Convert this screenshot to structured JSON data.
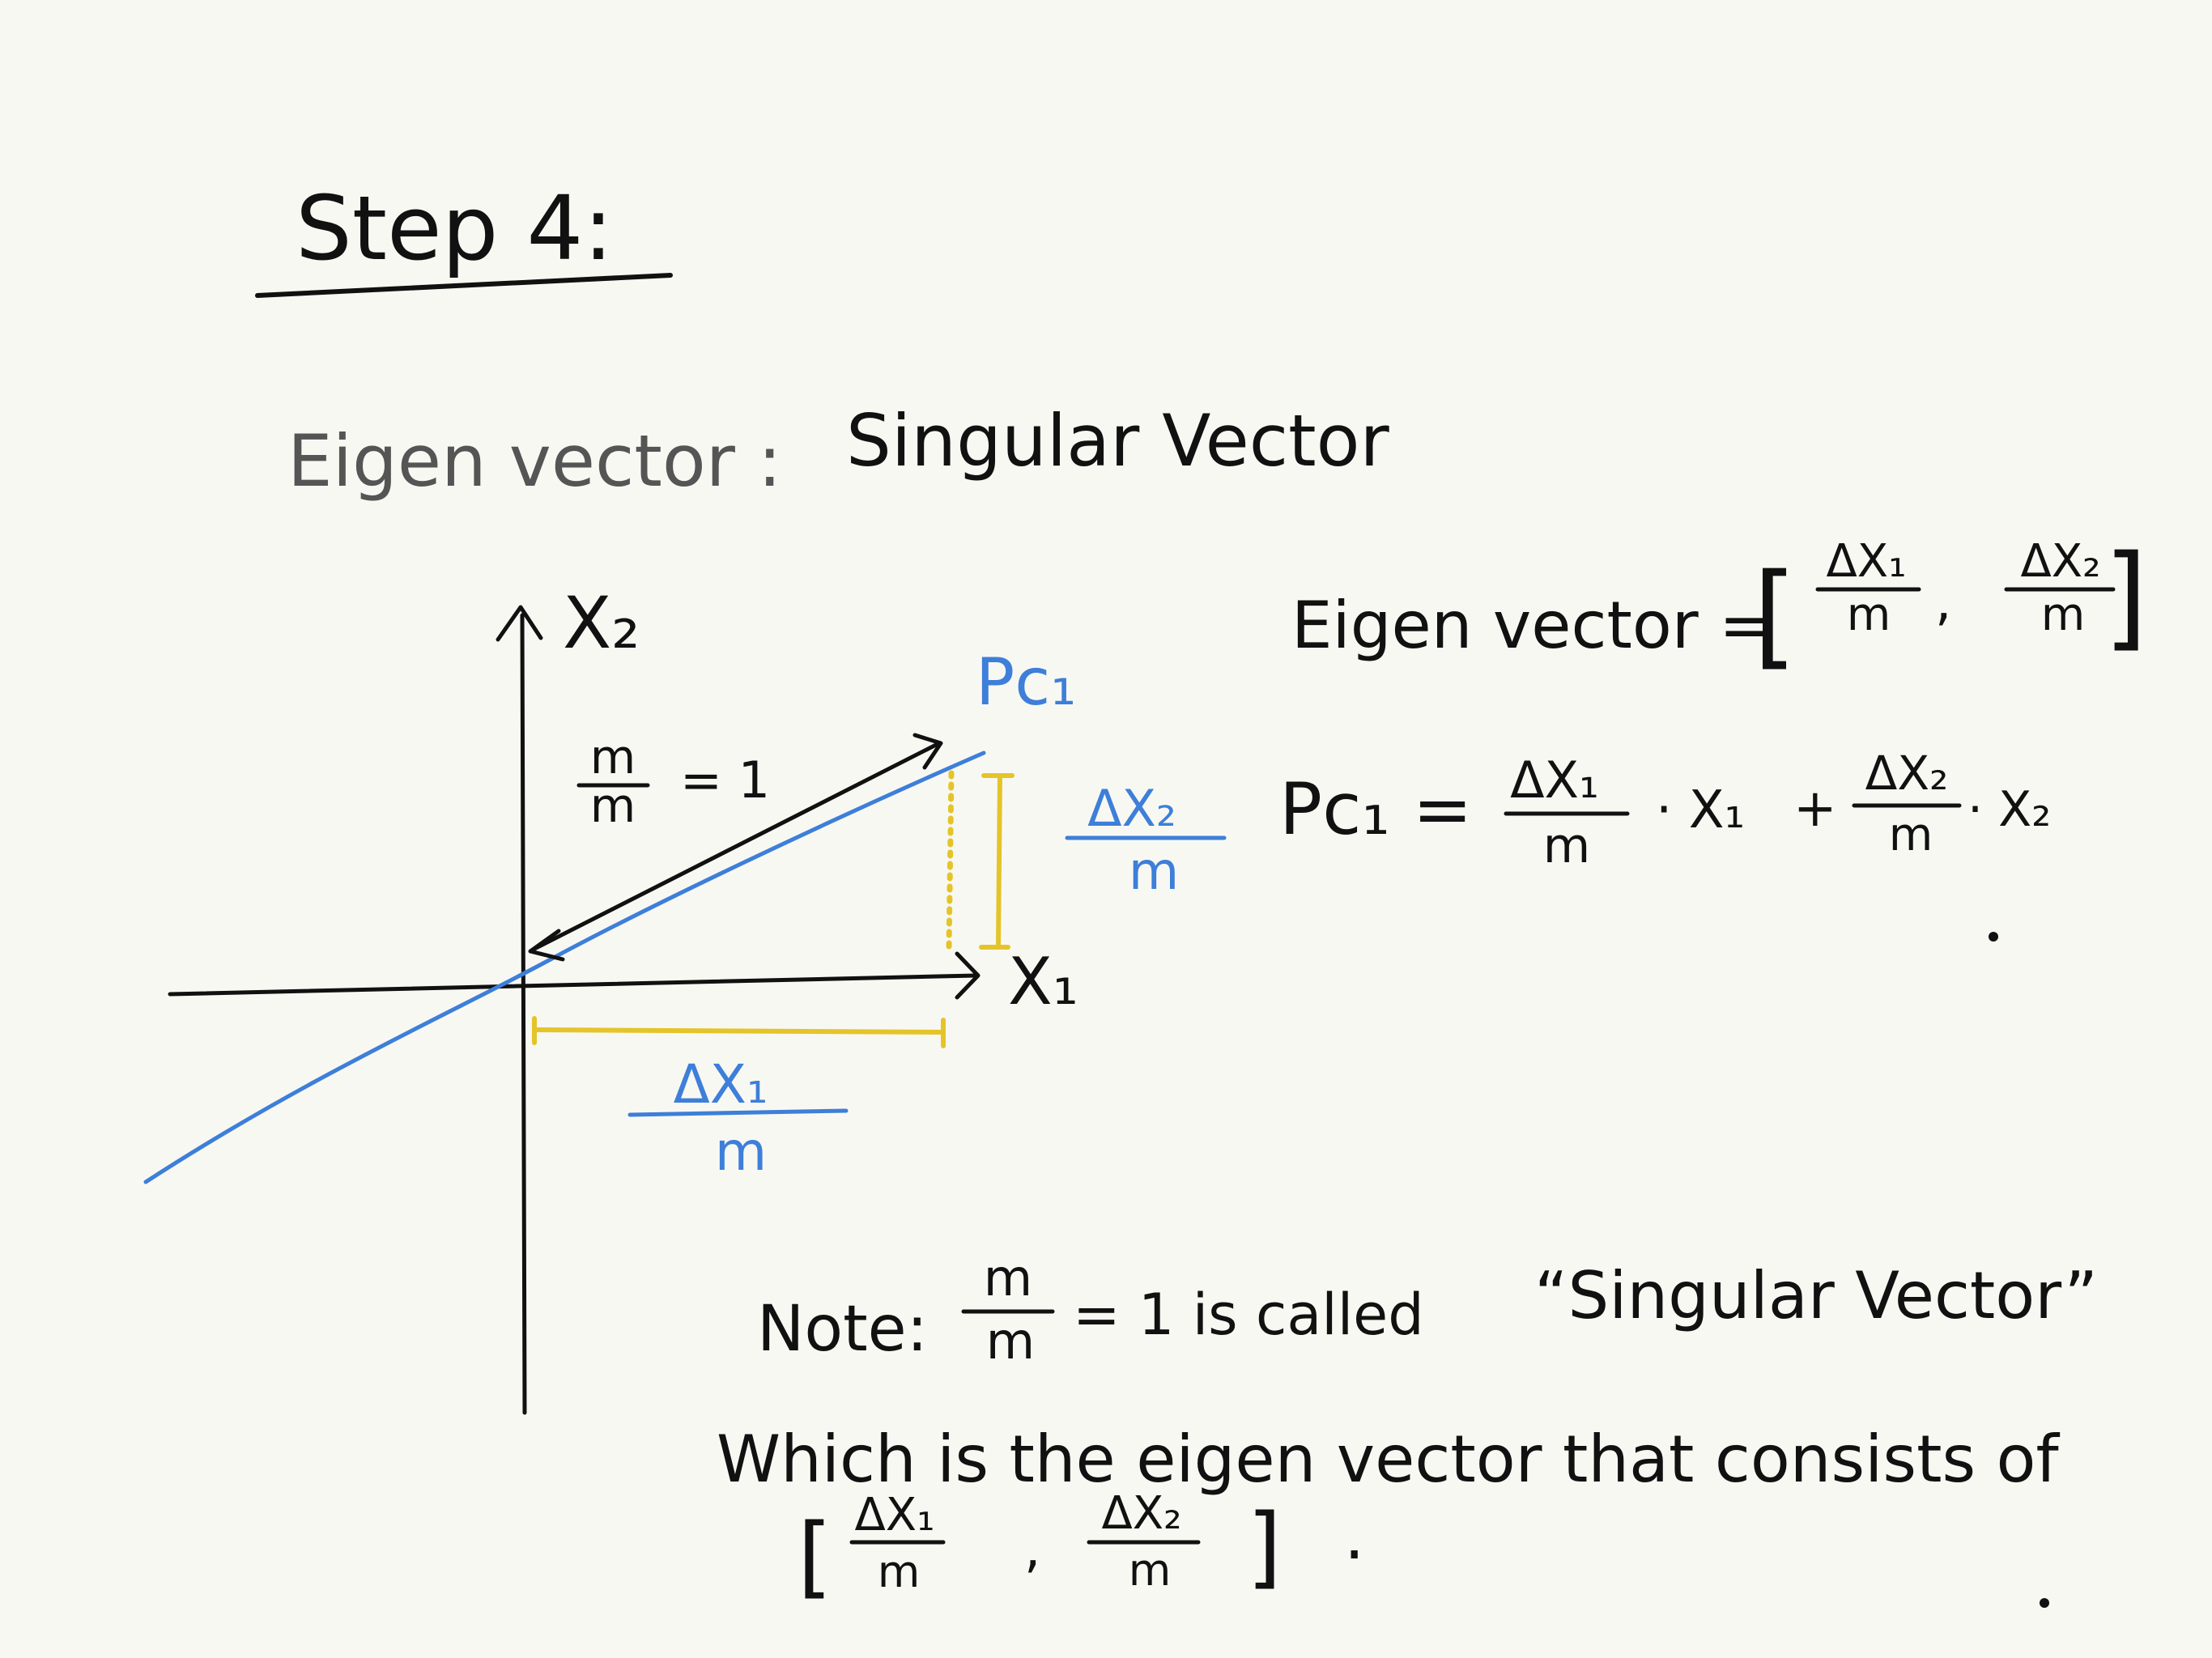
{
  "heading": "Step 4:",
  "subtitle_left": "Eigen vector :",
  "subtitle_right": "Singular Vector",
  "axes": {
    "x": "X₁",
    "y": "X₂"
  },
  "pc_label": "Pc₁",
  "hyp": {
    "num": "m",
    "den": "m",
    "eq": "= 1"
  },
  "dx1": {
    "num": "ΔX₁",
    "den": "m"
  },
  "dx2": {
    "num": "ΔX₂",
    "den": "m"
  },
  "eig_eq": {
    "lhs": "Eigen vector =",
    "open": "[",
    "n1": "ΔX₁",
    "d1": "m",
    "sep": ",",
    "n2": "ΔX₂",
    "d2": "m",
    "close": "]"
  },
  "pc_eq": {
    "lhs": "Pc₁ =",
    "n1": "ΔX₁",
    "d1": "m",
    "t1": "· X₁",
    "plus": "+",
    "n2": "ΔX₂",
    "d2": "m",
    "t2": "· X₂"
  },
  "note": {
    "prefix": "Note:",
    "num": "m",
    "den": "m",
    "mid": "= 1 is called",
    "quote": "“Singular Vector”",
    "line2": "Which is the eigen vector that consists of",
    "open": "[",
    "n1": "ΔX₁",
    "d1": "m",
    "sep": ",",
    "n2": "ΔX₂",
    "d2": "m",
    "close": "]",
    "end": "."
  },
  "colors": {
    "ink": "#111111",
    "gray": "#555555",
    "blue": "#3d7fd9",
    "yellow": "#e5c42a",
    "board": "#f8f8f3"
  }
}
